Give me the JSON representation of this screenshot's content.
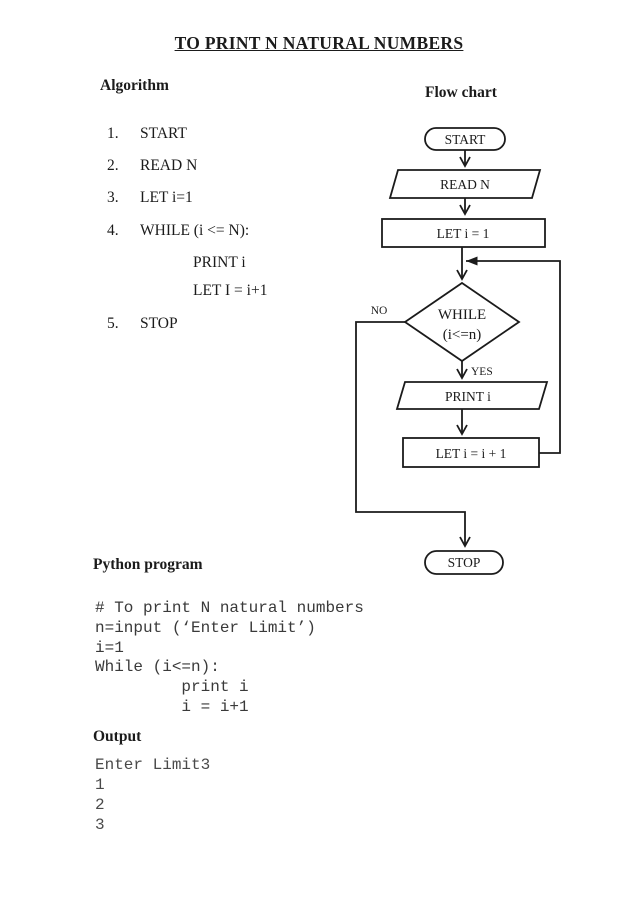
{
  "page": {
    "title": "TO PRINT N NATURAL NUMBERS"
  },
  "algorithm": {
    "heading": "Algorithm",
    "items": [
      {
        "num": "1.",
        "text": "START"
      },
      {
        "num": "2.",
        "text": "READ N"
      },
      {
        "num": "3.",
        "text": "LET i=1"
      },
      {
        "num": "4.",
        "text": "WHILE (i <= N):"
      },
      {
        "num": "",
        "text": "PRINT i"
      },
      {
        "num": "",
        "text": "LET I = i+1"
      },
      {
        "num": "5.",
        "text": "STOP"
      }
    ]
  },
  "flowchart": {
    "heading": "Flow chart",
    "start": "START",
    "read": "READ  N",
    "init": "LET i = 1",
    "while1": "WHILE",
    "while2": "(i<=n)",
    "no": "NO",
    "yes": "YES",
    "print": "PRINT i",
    "increment": "LET i = i + 1",
    "stop": "STOP"
  },
  "python": {
    "heading": "Python program",
    "lines": [
      "# To print N natural numbers",
      "n=input (‘Enter Limit’)",
      "i=1",
      "While (i<=n):",
      "         print i",
      "         i = i+1"
    ]
  },
  "output": {
    "heading": "Output",
    "lines": [
      "Enter Limit3",
      "1",
      "2",
      "3"
    ]
  },
  "colors": {
    "ink": "#1b1b1b",
    "code_text": "#3a3a3a",
    "output_text": "#4a4a4a",
    "paper": "#ffffff"
  }
}
